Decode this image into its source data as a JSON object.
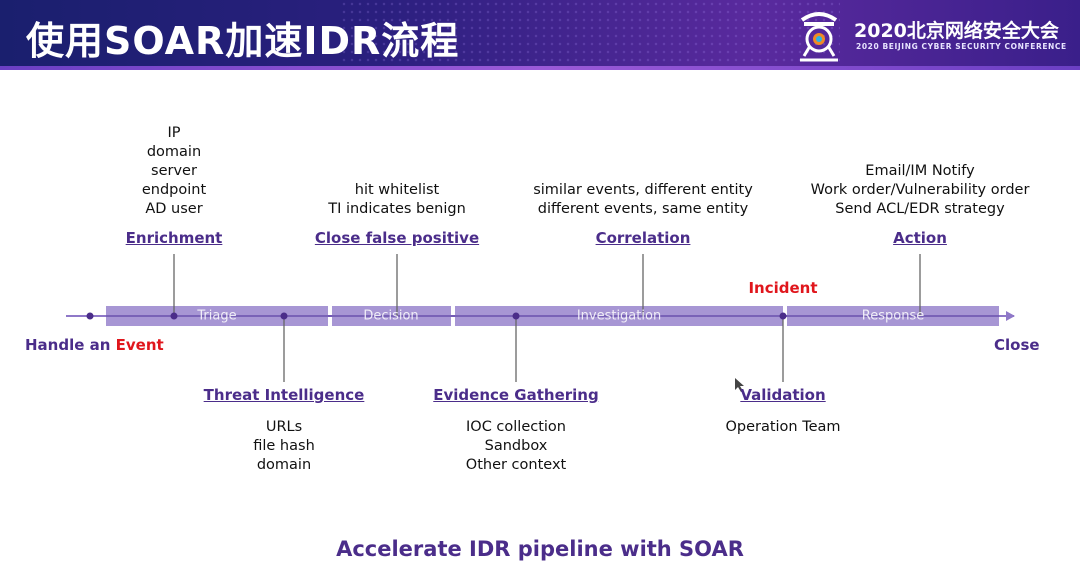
{
  "header": {
    "title": "使用SOAR加速IDR流程",
    "conference_title": "2020北京网络安全大会",
    "conference_subtitle": "2020 BEIJING CYBER SECURITY CONFERENCE"
  },
  "colors": {
    "accent": "#4b2d8a",
    "timeline": "#8f78c8",
    "highlight": "#e0161c"
  },
  "timeline": {
    "start_label_prefix": "Handle an ",
    "start_label_highlight": "Event",
    "end_label": "Close",
    "incident_label": "Incident",
    "phases": [
      "Triage",
      "Decision",
      "Investigation",
      "Response"
    ]
  },
  "steps_above": [
    {
      "title": "Enrichment",
      "details": [
        "IP",
        "domain",
        "server",
        "endpoint",
        "AD user"
      ]
    },
    {
      "title": "Close false positive",
      "details": [
        "hit whitelist",
        "TI indicates benign"
      ]
    },
    {
      "title": "Correlation",
      "details": [
        "similar events, different entity",
        "different events, same entity"
      ]
    },
    {
      "title": "Action",
      "details": [
        "Email/IM Notify",
        "Work order/Vulnerability order",
        "Send ACL/EDR strategy"
      ]
    }
  ],
  "steps_below": [
    {
      "title": "Threat Intelligence",
      "details": [
        "URLs",
        "file hash",
        "domain"
      ]
    },
    {
      "title": "Evidence Gathering",
      "details": [
        "IOC collection",
        "Sandbox",
        "Other context"
      ]
    },
    {
      "title": "Validation",
      "details": [
        "Operation Team"
      ]
    }
  ],
  "footer": "Accelerate IDR pipeline with SOAR"
}
